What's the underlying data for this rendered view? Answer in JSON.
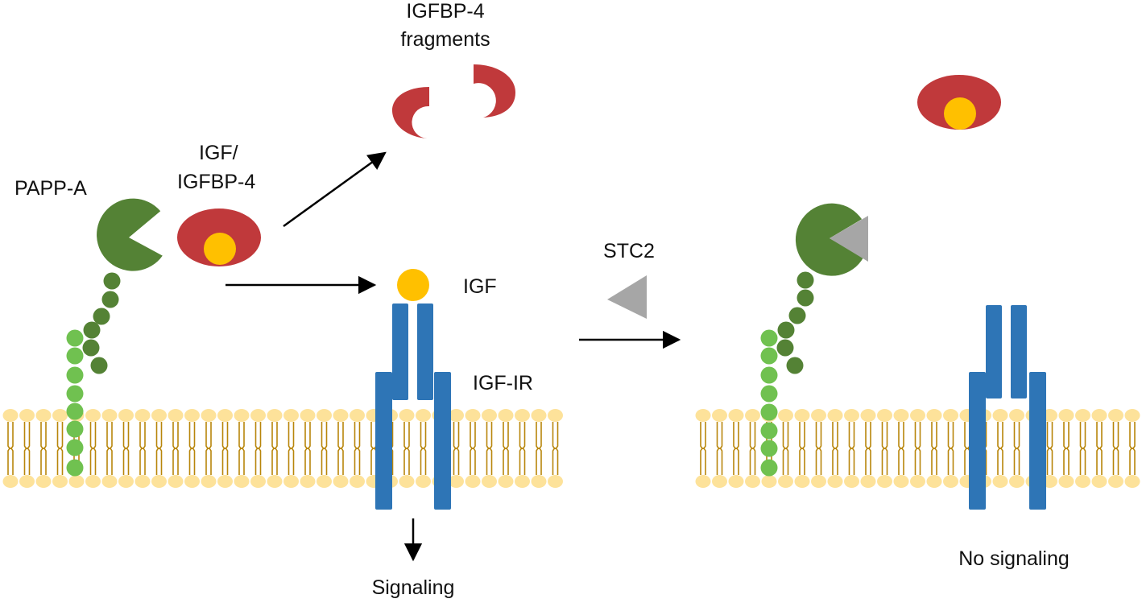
{
  "labels": {
    "pappa": "PAPP-A",
    "complex_line1": "IGF/",
    "complex_line2": "IGFBP-4",
    "fragments_line1": "IGFBP-4",
    "fragments_line2": "fragments",
    "igf": "IGF",
    "receptor": "IGF-IR",
    "stc2": "STC2",
    "signaling": "Signaling",
    "no_signaling": "No signaling"
  },
  "colors": {
    "pappa": "#548235",
    "pappa_chain_dark": "#548235",
    "pappa_chain_light": "#70c150",
    "igfbp4": "#c0393b",
    "igf": "#ffc000",
    "receptor": "#2e75b6",
    "stc2": "#a6a6a6",
    "lipid_head": "#fde29a",
    "lipid_tail": "#b8860b",
    "arrow": "#000000"
  },
  "icons": {
    "pappa": "pacman-enzyme",
    "igfbp4": "red-ellipse",
    "igf": "yellow-circle",
    "stc2": "grey-triangle",
    "receptor": "blue-dimer-bars",
    "membrane": "lipid-bilayer"
  }
}
